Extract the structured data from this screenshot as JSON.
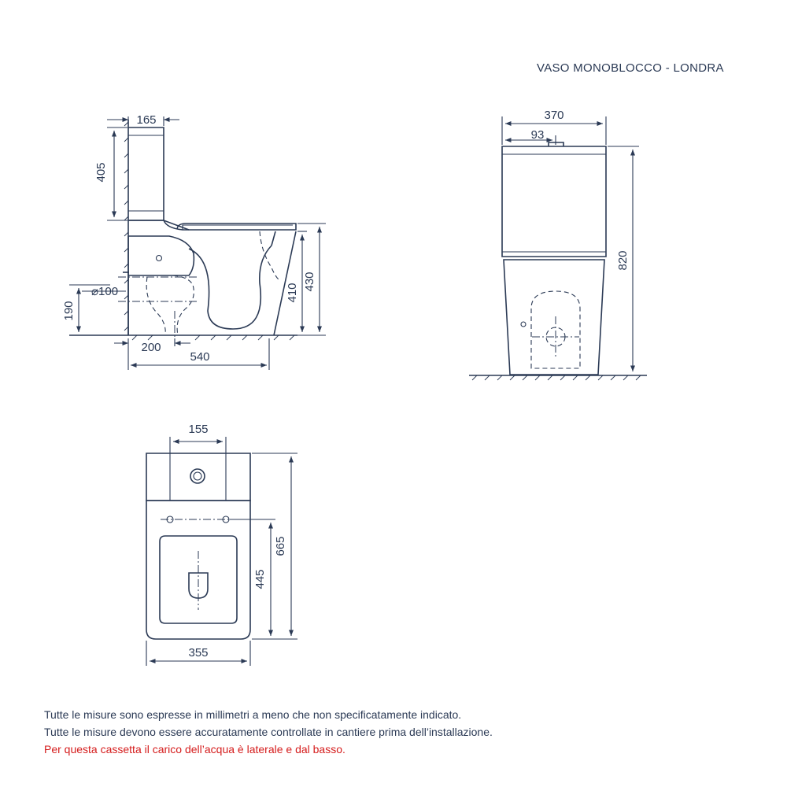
{
  "title": "VASO MONOBLOCCO - LONDRA",
  "side_view": {
    "dims": {
      "tank_depth": "165",
      "tank_height": "405",
      "inlet_height": "190",
      "outlet_diameter": "⌀100",
      "rough_in": "200",
      "total_length": "540",
      "bowl_height": "410",
      "seat_height": "430"
    }
  },
  "front_view": {
    "dims": {
      "width": "370",
      "button_offset": "93",
      "total_height": "820"
    }
  },
  "top_view": {
    "dims": {
      "tank_width": "155",
      "total_depth": "665",
      "bowl_depth": "445",
      "width": "355"
    }
  },
  "notes": [
    "Tutte le misure sono espresse in millimetri a meno che non specificatamente indicato.",
    "Tutte le misure devono essere accuratamente controllate in cantiere prima dell’installazione.",
    "Per questa cassetta il carico dell’acqua è laterale e dal basso."
  ],
  "colors": {
    "line": "#2b3a55",
    "warning": "#d51c1c"
  }
}
